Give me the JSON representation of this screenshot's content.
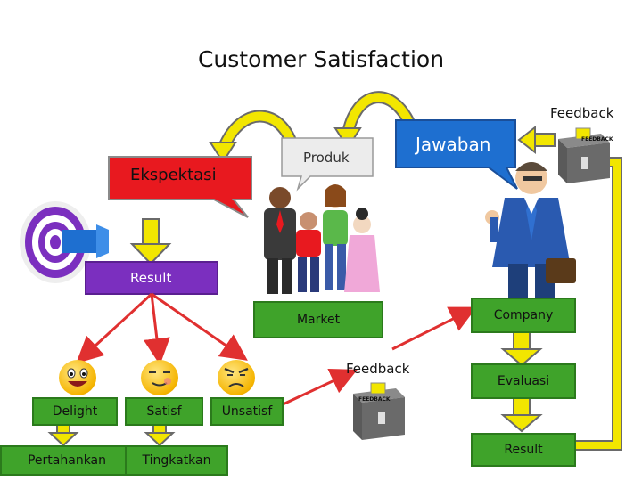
{
  "title": "Customer Satisfaction",
  "nodes": {
    "feedback_top": "Feedback",
    "jawaban": "Jawaban",
    "produk": "Produk",
    "ekspektasi": "Ekspektasi",
    "result_main": "Result",
    "market": "Market",
    "company": "Company",
    "feedback_mid": "Feedback",
    "evaluasi": "Evaluasi",
    "result_bottom": "Result",
    "delight": "Delight",
    "satisf": "Satisf",
    "unsatisf": "Unsatisf",
    "pertahankan": "Pertahankan",
    "tingkatkan": "Tingkatkan"
  },
  "colors": {
    "green": "#3fa32a",
    "blue": "#1e6fd0",
    "purple": "#7b2fbf",
    "red": "#e8191f",
    "yellow": "#f2e600",
    "arrow_red": "#e03030"
  },
  "icons": [
    "target-icon",
    "people-group-icon",
    "businessman-icon",
    "feedback-box-icon",
    "delight-face-icon",
    "satisf-face-icon",
    "unsatisf-face-icon"
  ]
}
